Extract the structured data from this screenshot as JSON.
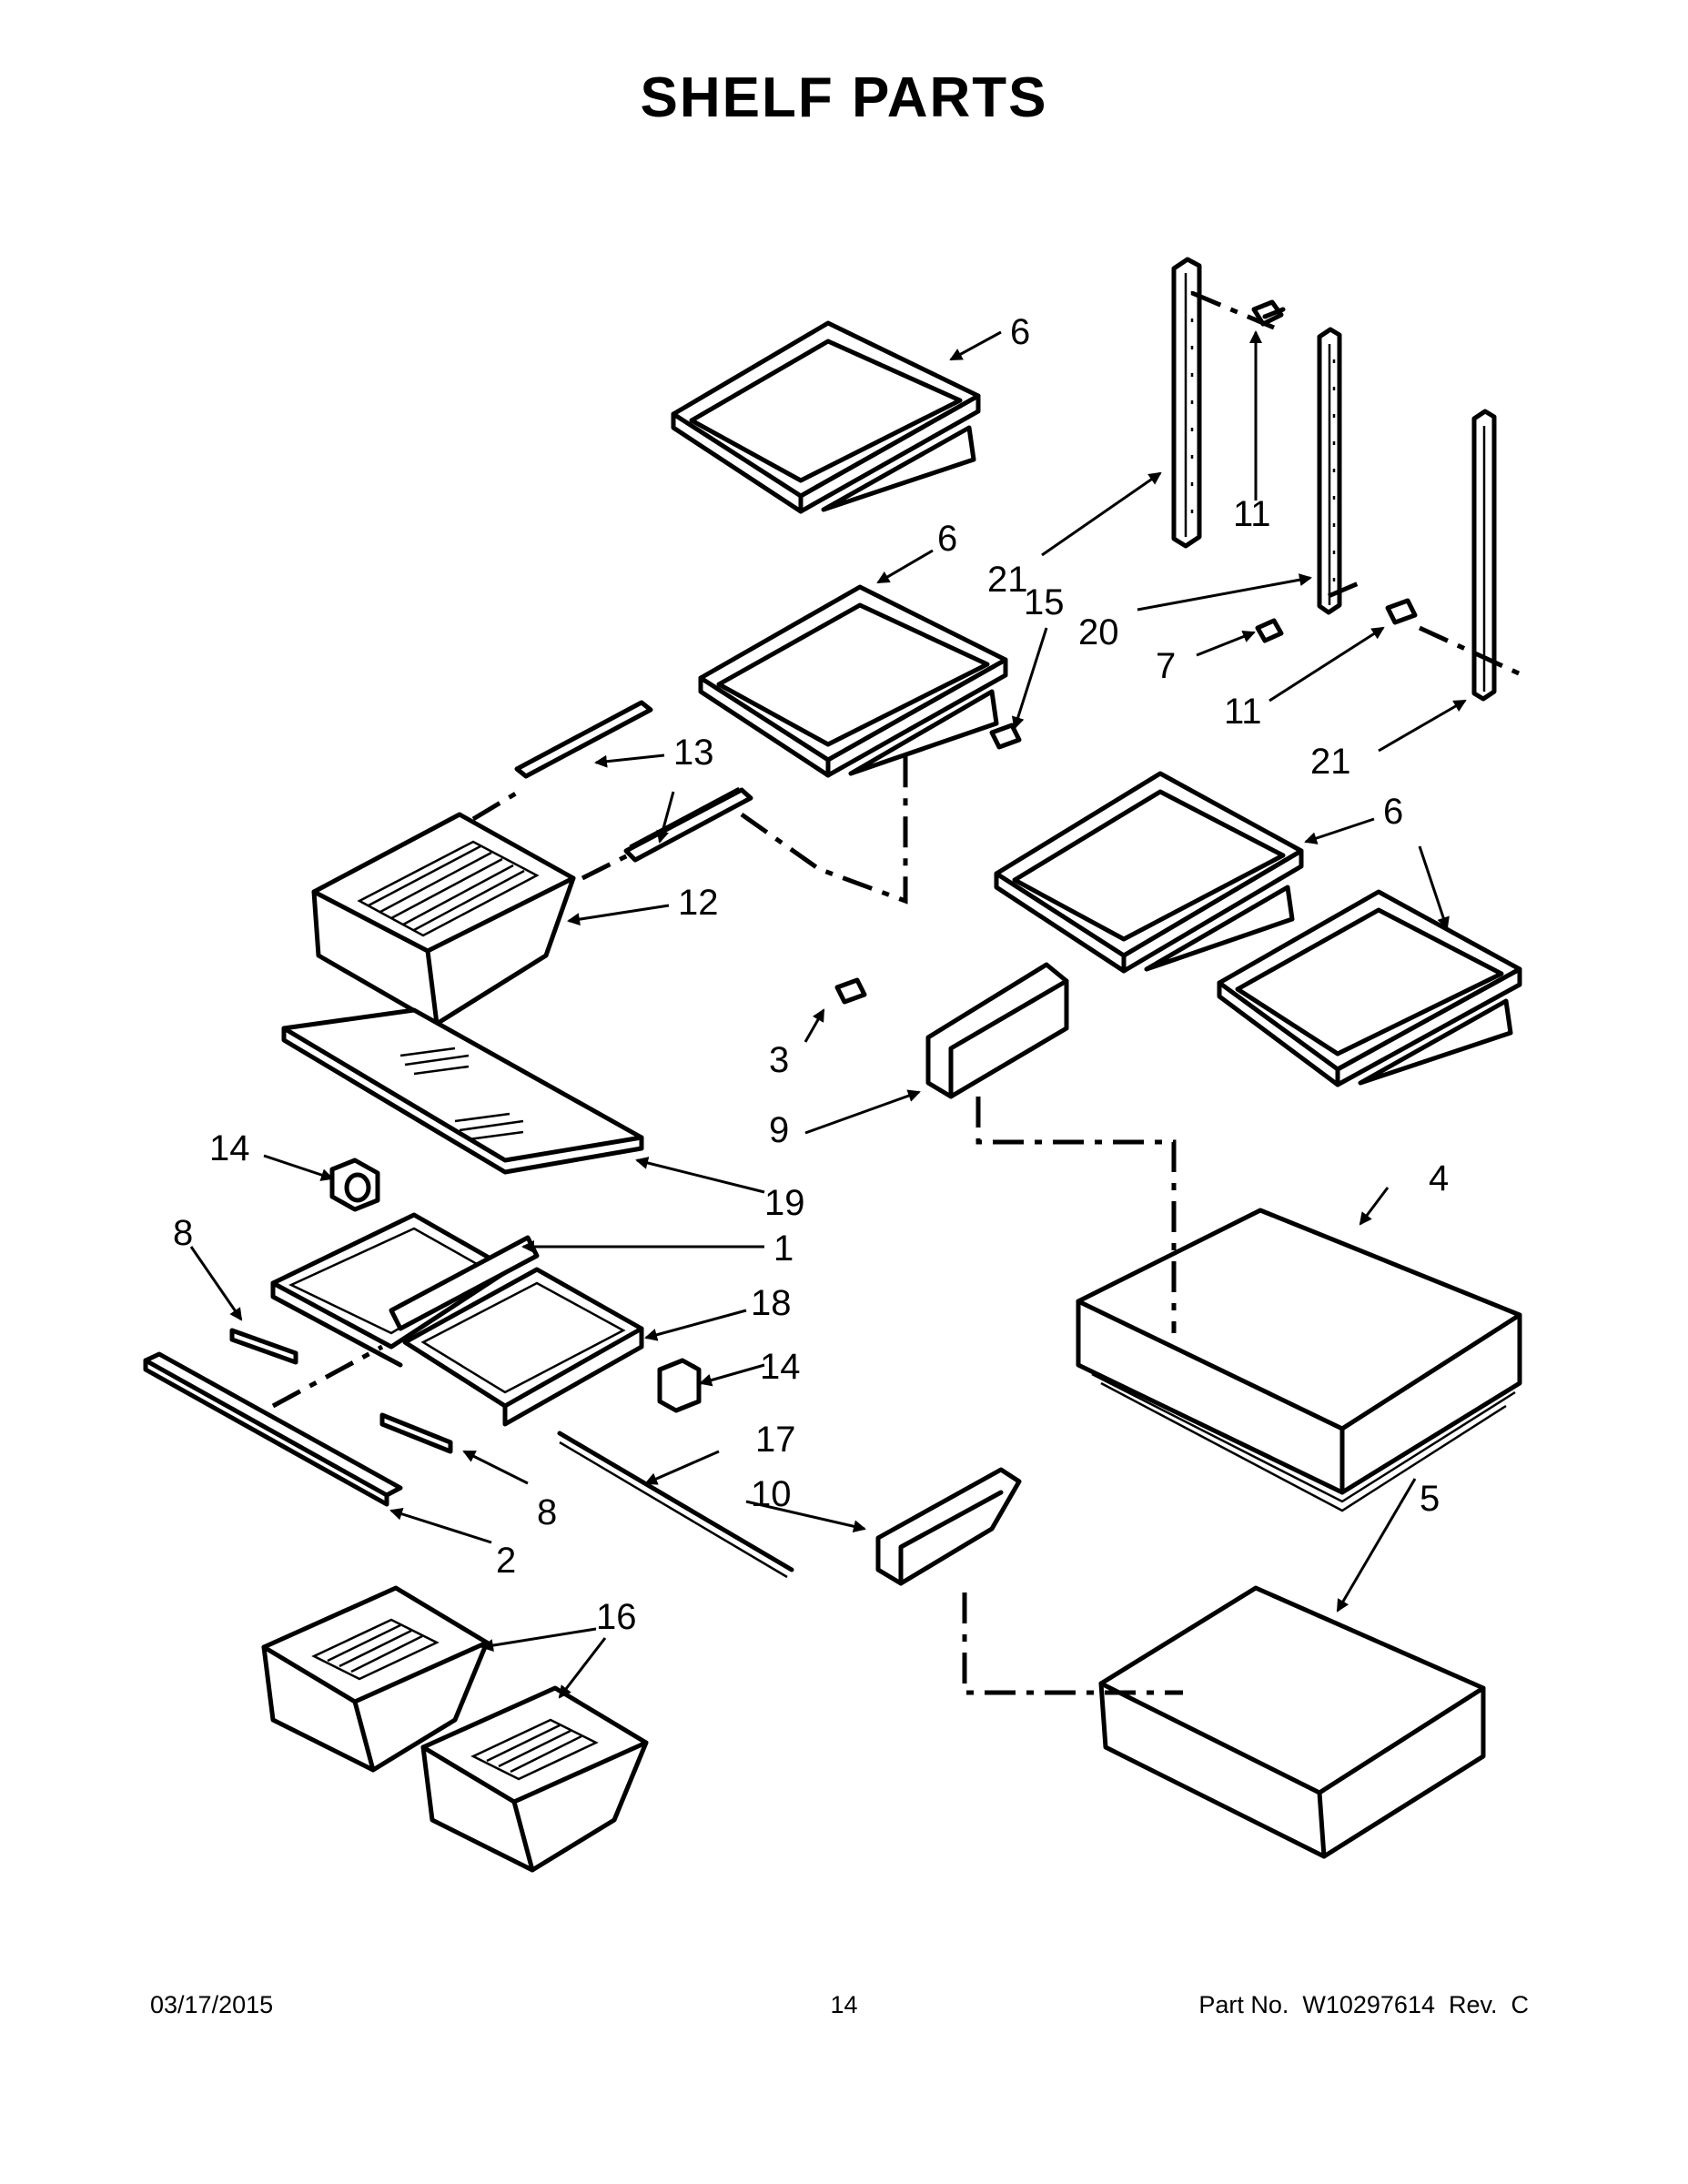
{
  "title": "SHELF PARTS",
  "callouts": {
    "c1": "1",
    "c2": "2",
    "c3": "3",
    "c4": "4",
    "c5": "5",
    "c6a": "6",
    "c6b": "6",
    "c6c": "6",
    "c7": "7",
    "c8a": "8",
    "c8b": "8",
    "c9": "9",
    "c10": "10",
    "c11a": "11",
    "c11b": "11",
    "c12": "12",
    "c13": "13",
    "c14a": "14",
    "c14b": "14",
    "c15": "15",
    "c16": "16",
    "c17": "17",
    "c18": "18",
    "c19": "19",
    "c20": "20",
    "c21a": "21",
    "c21b": "21"
  },
  "footer": {
    "date": "03/17/2015",
    "page": "14",
    "part_no": "Part No.  W10297614  Rev.  C"
  }
}
